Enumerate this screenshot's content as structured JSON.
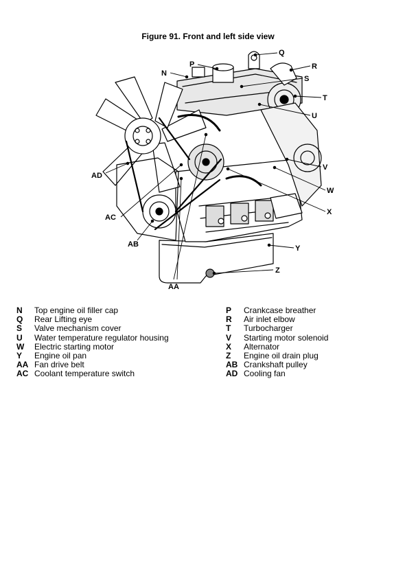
{
  "figure": {
    "title": "Figure 91. Front and left side view"
  },
  "callouts": {
    "N": "N",
    "P": "P",
    "Q": "Q",
    "R": "R",
    "S": "S",
    "T": "T",
    "U": "U",
    "V": "V",
    "W": "W",
    "X": "X",
    "Y": "Y",
    "Z": "Z",
    "AA": "AA",
    "AB": "AB",
    "AC": "AC",
    "AD": "AD"
  },
  "legend_left": [
    {
      "code": "N",
      "desc": "Top engine oil filler cap"
    },
    {
      "code": "Q",
      "desc": "Rear Lifting eye"
    },
    {
      "code": "S",
      "desc": "Valve mechanism cover"
    },
    {
      "code": "U",
      "desc": "Water temperature regulator housing"
    },
    {
      "code": "W",
      "desc": "Electric starting motor"
    },
    {
      "code": "Y",
      "desc": "Engine oil pan"
    },
    {
      "code": "AA",
      "desc": "Fan drive belt"
    },
    {
      "code": "AC",
      "desc": "Coolant temperature switch"
    }
  ],
  "legend_right": [
    {
      "code": "P",
      "desc": "Crankcase breather"
    },
    {
      "code": "R",
      "desc": "Air inlet elbow"
    },
    {
      "code": "T",
      "desc": "Turbocharger"
    },
    {
      "code": "V",
      "desc": "Starting motor solenoid"
    },
    {
      "code": "X",
      "desc": "Alternator"
    },
    {
      "code": "Z",
      "desc": "Engine oil drain plug"
    },
    {
      "code": "AB",
      "desc": "Crankshaft pulley"
    },
    {
      "code": "AD",
      "desc": "Cooling fan"
    }
  ]
}
